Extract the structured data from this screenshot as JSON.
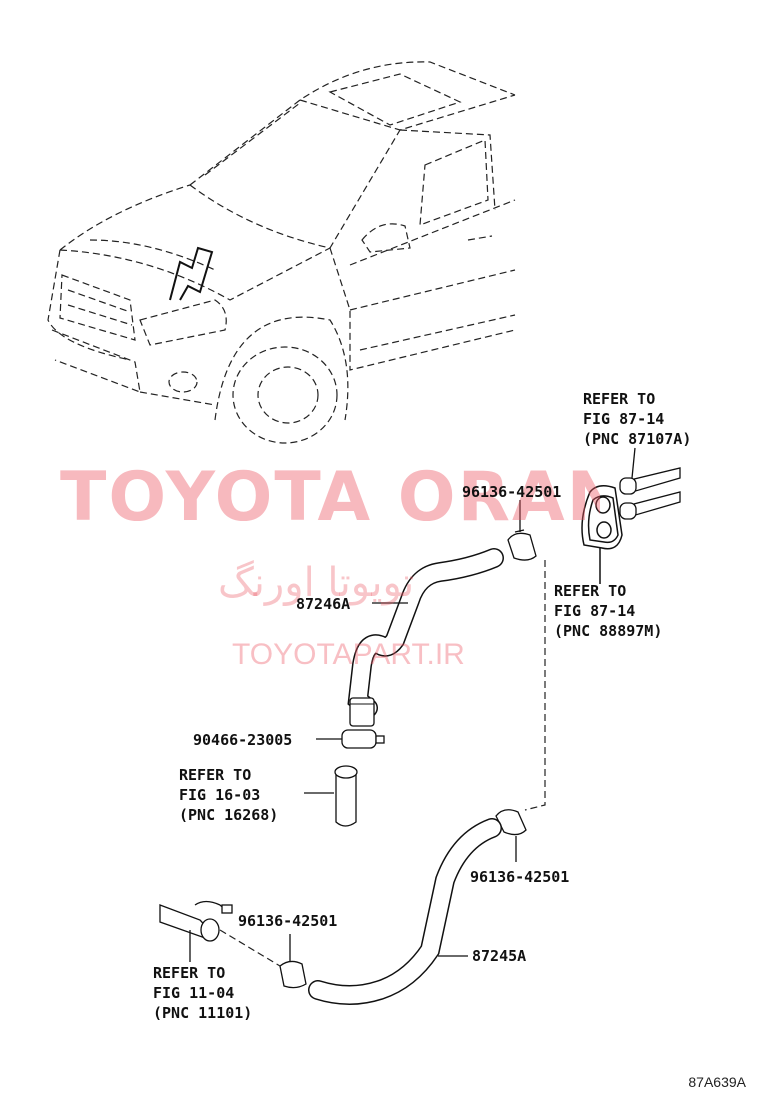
{
  "watermark": {
    "brand": "TOYOTA ORANG",
    "persian": "تویوتا اورنگ",
    "url": "TOYOTAPART.IR"
  },
  "parts": {
    "clamp_upper": "96136-42501",
    "hose_upper": "87246A",
    "clamp_engine": "90466-23005",
    "clamp_lower_right": "96136-42501",
    "clamp_lower_left": "96136-42501",
    "hose_lower": "87245A"
  },
  "references": {
    "heater_pipes": [
      "REFER TO",
      "FIG 87-14",
      "(PNC 87107A)"
    ],
    "grommet": [
      "REFER TO",
      "FIG 87-14",
      "(PNC 88897M)"
    ],
    "engine_outlet": [
      "REFER TO",
      "FIG 16-03",
      "(PNC 16268)"
    ],
    "water_pipe": [
      "REFER TO",
      "FIG 11-04",
      "(PNC 11101)"
    ]
  },
  "figure_code": "87A639A"
}
